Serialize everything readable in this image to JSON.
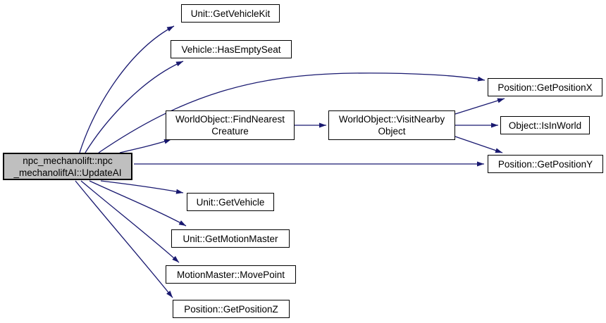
{
  "graph": {
    "type": "call-graph",
    "colors": {
      "background": "#ffffff",
      "edge": "#191970",
      "node_border": "#000000",
      "node_fill": "#ffffff",
      "highlight_fill": "#bfbfbf"
    },
    "nodes": {
      "updateai": {
        "label": "npc_mechanolift::npc\n_mechanoliftAI::UpdateAI",
        "highlighted": true
      },
      "getvehiclekit": {
        "label": "Unit::GetVehicleKit",
        "highlighted": false
      },
      "hasemptyseat": {
        "label": "Vehicle::HasEmptySeat",
        "highlighted": false
      },
      "findnearestcreature": {
        "label": "WorldObject::FindNearest\nCreature",
        "highlighted": false
      },
      "visitnearbyobject": {
        "label": "WorldObject::VisitNearby\nObject",
        "highlighted": false
      },
      "getpositionx": {
        "label": "Position::GetPositionX",
        "highlighted": false
      },
      "isinworld": {
        "label": "Object::IsInWorld",
        "highlighted": false
      },
      "getpositiony": {
        "label": "Position::GetPositionY",
        "highlighted": false
      },
      "getvehicle": {
        "label": "Unit::GetVehicle",
        "highlighted": false
      },
      "getmotionmaster": {
        "label": "Unit::GetMotionMaster",
        "highlighted": false
      },
      "movepoint": {
        "label": "MotionMaster::MovePoint",
        "highlighted": false
      },
      "getpositionz": {
        "label": "Position::GetPositionZ",
        "highlighted": false
      }
    },
    "edges": [
      {
        "from": "updateai",
        "to": "getvehiclekit"
      },
      {
        "from": "updateai",
        "to": "hasemptyseat"
      },
      {
        "from": "updateai",
        "to": "getpositionx"
      },
      {
        "from": "updateai",
        "to": "findnearestcreature"
      },
      {
        "from": "updateai",
        "to": "getpositiony"
      },
      {
        "from": "updateai",
        "to": "getvehicle"
      },
      {
        "from": "updateai",
        "to": "getmotionmaster"
      },
      {
        "from": "updateai",
        "to": "movepoint"
      },
      {
        "from": "updateai",
        "to": "getpositionz"
      },
      {
        "from": "findnearestcreature",
        "to": "visitnearbyobject"
      },
      {
        "from": "visitnearbyobject",
        "to": "getpositionx"
      },
      {
        "from": "visitnearbyobject",
        "to": "isinworld"
      },
      {
        "from": "visitnearbyobject",
        "to": "getpositiony"
      }
    ]
  }
}
